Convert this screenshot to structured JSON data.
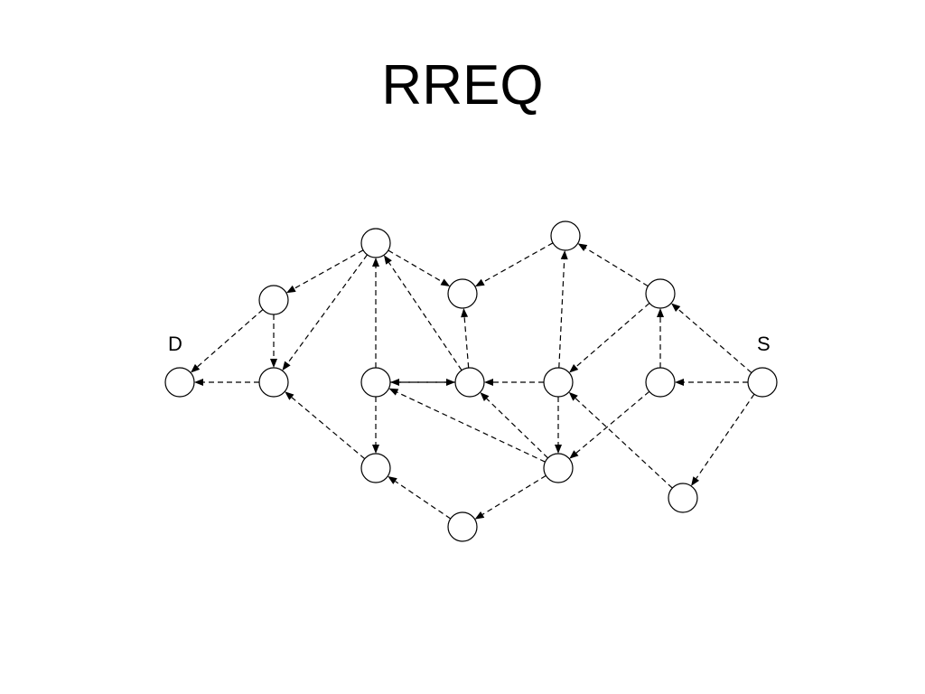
{
  "title": "RREQ",
  "labels": {
    "destination": "D",
    "source": "S"
  },
  "nodes": [
    {
      "id": "D"
    },
    {
      "id": "n1"
    },
    {
      "id": "n2"
    },
    {
      "id": "n3"
    },
    {
      "id": "n4"
    },
    {
      "id": "n5"
    },
    {
      "id": "n6"
    },
    {
      "id": "n7"
    },
    {
      "id": "n8"
    },
    {
      "id": "n9"
    },
    {
      "id": "n10"
    },
    {
      "id": "n11"
    },
    {
      "id": "n12"
    },
    {
      "id": "n13"
    },
    {
      "id": "S"
    }
  ],
  "edges": [
    {
      "from": "n2",
      "to": "D"
    },
    {
      "from": "n1",
      "to": "D"
    },
    {
      "from": "n3",
      "to": "n2"
    },
    {
      "from": "n1",
      "to": "n2"
    },
    {
      "from": "n4",
      "to": "n1"
    },
    {
      "from": "n5",
      "to": "n3"
    },
    {
      "from": "n4",
      "to": "n2"
    },
    {
      "from": "n5",
      "to": "n4"
    },
    {
      "from": "n5",
      "to": "n6"
    },
    {
      "from": "n6",
      "to": "n5"
    },
    {
      "from": "n4",
      "to": "n7"
    },
    {
      "from": "n6",
      "to": "n4"
    },
    {
      "from": "n6",
      "to": "n7"
    },
    {
      "from": "n8",
      "to": "n6"
    },
    {
      "from": "n8",
      "to": "n5"
    },
    {
      "from": "n9",
      "to": "n7"
    },
    {
      "from": "n10",
      "to": "n6"
    },
    {
      "from": "n10",
      "to": "n9"
    },
    {
      "from": "n10",
      "to": "n8"
    },
    {
      "from": "n11",
      "to": "n10"
    },
    {
      "from": "n11",
      "to": "n9"
    },
    {
      "from": "n12",
      "to": "n8"
    },
    {
      "from": "n12",
      "to": "n11"
    },
    {
      "from": "S",
      "to": "n12"
    },
    {
      "from": "S",
      "to": "n11"
    },
    {
      "from": "S",
      "to": "n13"
    },
    {
      "from": "n13",
      "to": "n10"
    }
  ]
}
